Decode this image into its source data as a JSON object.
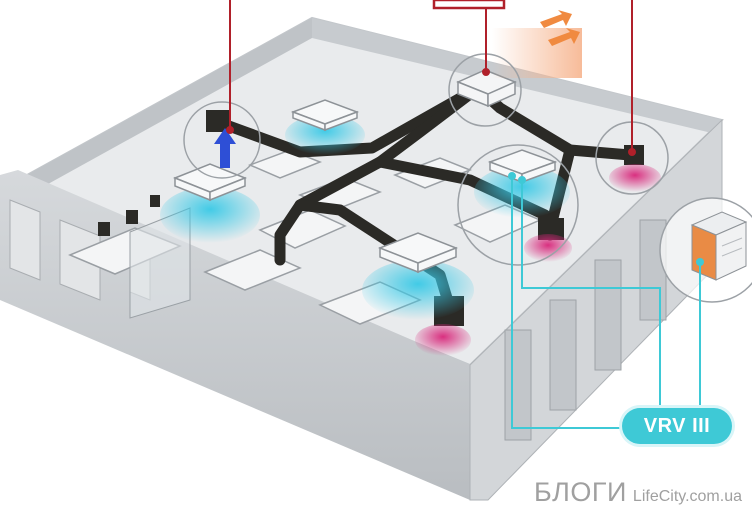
{
  "labels": {
    "vrv": "VRV III"
  },
  "watermark": {
    "main": "БЛОГИ",
    "sub": "LifeCity.com.ua"
  },
  "colors": {
    "building_wall": "#c9cdd1",
    "floor": "#e9ebed",
    "duct": "#2b2a26",
    "cool_air": "#39c9e6",
    "return_air": "#d8267a",
    "callout_red": "#b0202a",
    "callout_cyan": "#3ec9d6",
    "supply_arrow": "#2e4fd6"
  },
  "icons": {
    "unit": "indoor-unit-icon",
    "outdoor": "outdoor-unit-icon",
    "arrow": "airflow-arrow-icon"
  }
}
